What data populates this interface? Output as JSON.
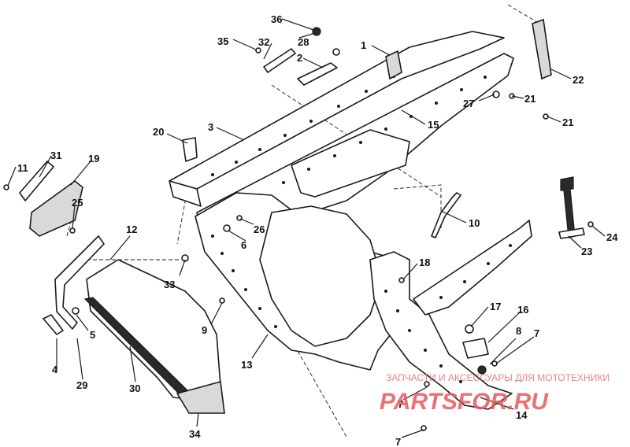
{
  "callouts": [
    {
      "id": "1",
      "label": "1"
    },
    {
      "id": "2",
      "label": "2"
    },
    {
      "id": "3",
      "label": "3"
    },
    {
      "id": "4",
      "label": "4"
    },
    {
      "id": "5",
      "label": "5"
    },
    {
      "id": "6",
      "label": "6"
    },
    {
      "id": "7a",
      "label": "7"
    },
    {
      "id": "7b",
      "label": "7"
    },
    {
      "id": "7c",
      "label": "7"
    },
    {
      "id": "8",
      "label": "8"
    },
    {
      "id": "9",
      "label": "9"
    },
    {
      "id": "10",
      "label": "10"
    },
    {
      "id": "11",
      "label": "11"
    },
    {
      "id": "12",
      "label": "12"
    },
    {
      "id": "13",
      "label": "13"
    },
    {
      "id": "14",
      "label": "14"
    },
    {
      "id": "15",
      "label": "15"
    },
    {
      "id": "16",
      "label": "16"
    },
    {
      "id": "17",
      "label": "17"
    },
    {
      "id": "18",
      "label": "18"
    },
    {
      "id": "19",
      "label": "19"
    },
    {
      "id": "20",
      "label": "20"
    },
    {
      "id": "21a",
      "label": "21"
    },
    {
      "id": "21b",
      "label": "21"
    },
    {
      "id": "22",
      "label": "22"
    },
    {
      "id": "23",
      "label": "23"
    },
    {
      "id": "24",
      "label": "24"
    },
    {
      "id": "25",
      "label": "25"
    },
    {
      "id": "26",
      "label": "26"
    },
    {
      "id": "27",
      "label": "27"
    },
    {
      "id": "28",
      "label": "28"
    },
    {
      "id": "29",
      "label": "29"
    },
    {
      "id": "30",
      "label": "30"
    },
    {
      "id": "31",
      "label": "31"
    },
    {
      "id": "32",
      "label": "32"
    },
    {
      "id": "33",
      "label": "33"
    },
    {
      "id": "34",
      "label": "34"
    },
    {
      "id": "35",
      "label": "35"
    },
    {
      "id": "36",
      "label": "36"
    }
  ],
  "watermark": {
    "tagline": "ЗАПЧАСТИ И АКСЕССУАРЫ ДЛЯ МОТОТЕХНИКИ",
    "logo": "PARTSFOR.RU",
    "color": "#e8595b"
  }
}
